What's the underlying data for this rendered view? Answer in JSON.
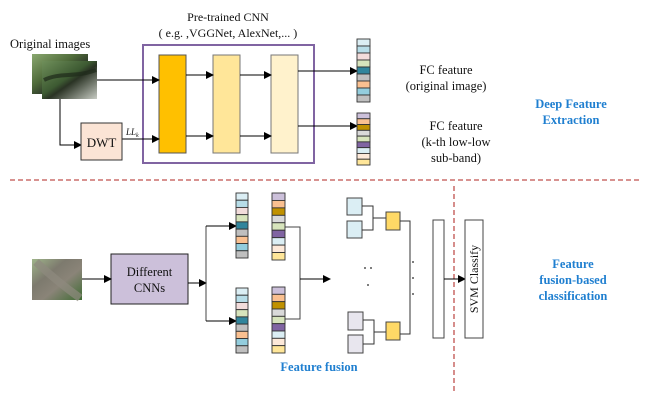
{
  "top": {
    "original_images_label": "Original images",
    "cnn_title_line1": "Pre-trained CNN",
    "cnn_title_line2": "( e.g. ,VGGNet, AlexNet,... )",
    "dwt_label": "DWT",
    "ll_label": "LL",
    "ll_subscript": "k",
    "fc_original_line1": "FC feature",
    "fc_original_line2": "(original image)",
    "fc_lowlow_line1": "FC feature",
    "fc_lowlow_line2": "(k-th low-low",
    "fc_lowlow_line3": "sub-band)",
    "section_label_line1": "Deep Feature",
    "section_label_line2": "Extraction",
    "layer_colors": [
      "#ffc000",
      "#ffe699",
      "#fff2cc"
    ]
  },
  "bottom": {
    "cnns_label_line1": "Different",
    "cnns_label_line2": "CNNs",
    "feature_fusion_label": "Feature fusion",
    "svm_label": "SVM Classify",
    "section_label_line1": "Feature",
    "section_label_line2": "fusion-based",
    "section_label_line3": "classification",
    "ellipsis_glyph": "·"
  },
  "vectors": {
    "original": [
      "#dbeef4",
      "#b7dde8",
      "#f2dcdb",
      "#d7e4bc",
      "#31859c",
      "#bfbfbf",
      "#fac090",
      "#93cddd",
      "#bfbfbf"
    ],
    "lowlow": [
      "#ccc0da",
      "#fac090",
      "#c09100",
      "#d9d9d9",
      "#d7e4bc",
      "#8064a2",
      "#dbeef4",
      "#fde9d9",
      "#ffe699"
    ]
  },
  "colors": {
    "cnn_frame": "#8064a2",
    "dwt_fill": "#fbe4d5",
    "cnns_fill": "#ccc0da",
    "divider": "#c0504d",
    "section_label": "#1f7fd0",
    "fusion_blue": "#dbeef4",
    "fusion_gray": "#e8e6ee",
    "fusion_yellow": "#ffd966"
  }
}
